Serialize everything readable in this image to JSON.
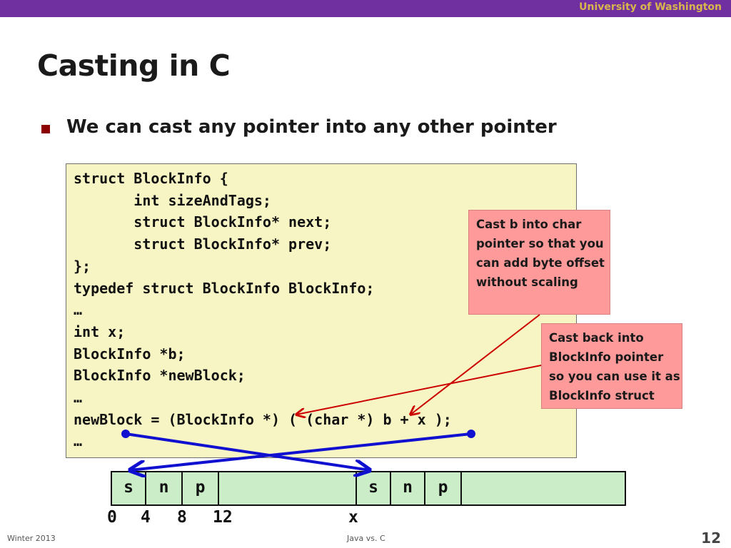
{
  "header": {
    "institution": "University of Washington"
  },
  "slide": {
    "title": "Casting in C",
    "bullet": "We can cast any pointer into any other pointer"
  },
  "code_lines": [
    "struct BlockInfo {",
    "       int sizeAndTags;",
    "       struct BlockInfo* next;",
    "       struct BlockInfo* prev;",
    "};",
    "typedef struct BlockInfo BlockInfo;",
    "…",
    "int x;",
    "BlockInfo *b;",
    "BlockInfo *newBlock;",
    "…",
    "newBlock = (BlockInfo *) ( (char *) b + x );",
    "…"
  ],
  "callouts": {
    "char_cast": "Cast b into char pointer so that you can add byte offset without scaling",
    "blockinfo_cast": "Cast back into BlockInfo pointer so you can use it as BlockInfo struct"
  },
  "memory": {
    "cells_left": [
      "s",
      "n",
      "p"
    ],
    "cells_right": [
      "s",
      "n",
      "p"
    ],
    "offsets": [
      "0",
      "4",
      "8",
      "12"
    ],
    "x_label": "x"
  },
  "footer": {
    "term": "Winter 2013",
    "topic": "Java vs. C",
    "page": "12"
  },
  "colors": {
    "topbar": "#7030a0",
    "institution": "#d9b64d",
    "code_bg": "#f8f5c4",
    "callout_bg": "#ff9a9a",
    "memory_bg": "#cbeec8",
    "blue_arrow": "#1010d0",
    "red_arrow": "#cc0000"
  }
}
